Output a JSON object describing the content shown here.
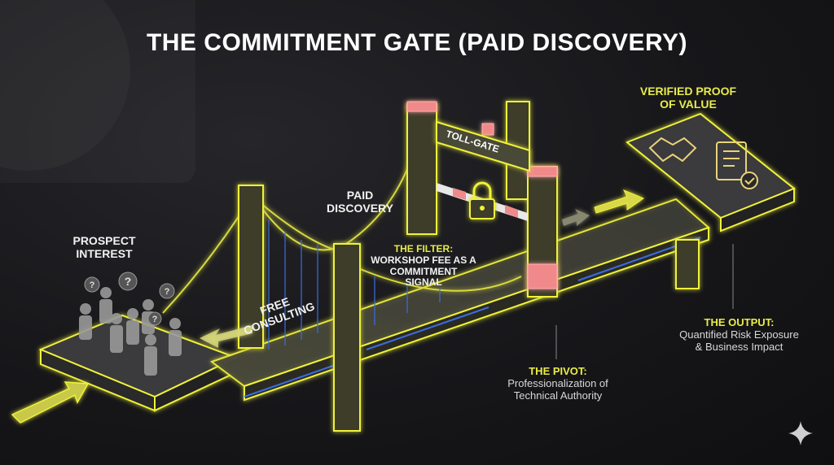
{
  "title": "THE COMMITMENT GATE (PAID DISCOVERY)",
  "labels": {
    "prospect_interest": "PROSPECT INTEREST",
    "paid_discovery": "PAID DISCOVERY",
    "verified_proof": "VERIFIED PROOF OF VALUE",
    "free_consulting": "FREE CONSULTING",
    "toll_gate": "TOLL-GATE"
  },
  "filter": {
    "heading": "THE FILTER:",
    "text": "WORKSHOP FEE AS A COMMITMENT SIGNAL"
  },
  "pivot": {
    "heading": "THE PIVOT:",
    "text": "Professionalization of Technical Authority"
  },
  "output": {
    "heading": "THE OUTPUT:",
    "text": "Quantified Risk Exposure & Business Impact"
  },
  "colors": {
    "accent": "#e9ec4a",
    "glow": "#f0f23a",
    "lock_pink": "#f08a8a",
    "cable_blue": "#3a6de0"
  }
}
